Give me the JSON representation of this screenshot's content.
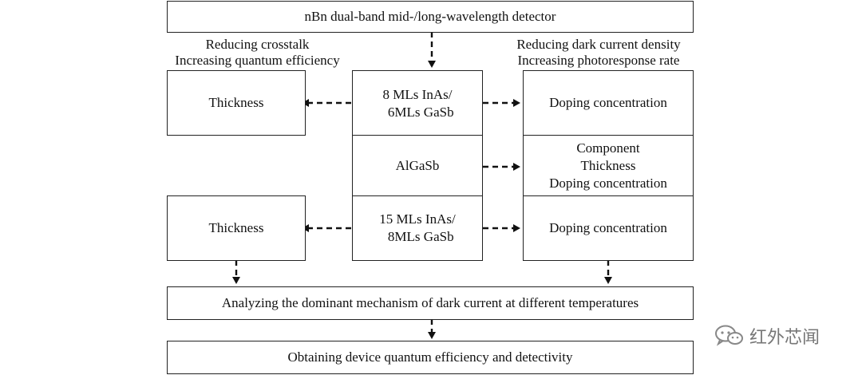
{
  "title": "nBn dual-band mid-/long-wavelength detector",
  "left_annotation": "Reducing crosstalk\nIncreasing quantum efficiency",
  "right_annotation": "Reducing dark current density\nIncreasing photoresponse rate",
  "left_top_box": "Thickness",
  "left_bottom_box": "Thickness",
  "center_top": "8 MLs InAs/\n  6MLs GaSb",
  "center_middle": "AlGaSb",
  "center_bottom": "15 MLs InAs/\n  8MLs GaSb",
  "right_top_box": "Doping concentration",
  "right_middle_box": "Component\nThickness\nDoping concentration",
  "right_bottom_box": "Doping concentration",
  "analysis_box": "Analyzing the dominant mechanism of dark current at different temperatures",
  "result_box": "Obtaining device quantum efficiency and detectivity",
  "watermark": {
    "icon": "wechat-icon",
    "text": "红外芯闻"
  }
}
